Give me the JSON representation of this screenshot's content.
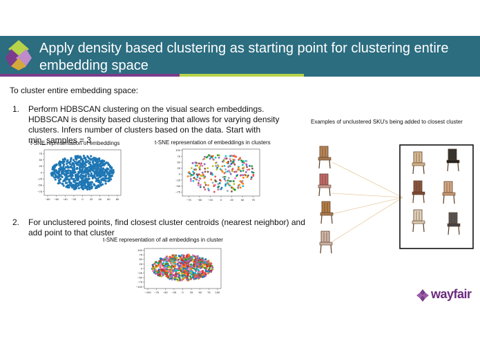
{
  "slide": {
    "title": "Apply density based clustering as starting point for clustering entire embedding space",
    "intro": "To cluster entire embedding space:",
    "items": [
      {
        "num": "1.",
        "text": "Perform HDBSCAN clustering on the visual search embeddings. HDBSCAN is density based clustering that allows for varying density clusters. Infers number of clusters based on the data. Start with min_samples = 3"
      },
      {
        "num": "2.",
        "text": "For unclustered points, find closest cluster centroids (nearest neighbor) and add point to that cluster"
      }
    ],
    "chairs_caption": "Examples of unclustered SKU's being added to closest cluster",
    "brand": "wayfair",
    "colors": {
      "header": "#2c6d80",
      "brand": "#6b2a7e",
      "stripe": [
        "#7b3c8c",
        "#b7d34a",
        "#2c6d80"
      ]
    }
  },
  "chart_data": [
    {
      "type": "scatter",
      "title": "t-SNE representation of embeddings",
      "xticks": [
        "−80",
        "−60",
        "−40",
        "−20",
        "0",
        "20",
        "40",
        "60",
        "80"
      ],
      "yticks": [
        "75",
        "50",
        "25",
        "0",
        "−25",
        "−50",
        "−75"
      ],
      "xlim": [
        -88,
        88
      ],
      "ylim": [
        -90,
        90
      ],
      "series_colors": [
        "#1f77b4"
      ]
    },
    {
      "type": "scatter",
      "title": "t-SNE representation of embeddings in clusters",
      "xticks": [
        "−75",
        "−50",
        "−25",
        "0",
        "25",
        "50",
        "75"
      ],
      "yticks": [
        "100",
        "75",
        "50",
        "25",
        "0",
        "−25",
        "−50",
        "−75"
      ],
      "xlim": [
        -90,
        90
      ],
      "ylim": [
        -92,
        105
      ],
      "series_colors": [
        "#9aa9b2",
        "#e45756",
        "#2ca02c",
        "#9467bd",
        "#ff7f0e",
        "#17becf",
        "#bcbd22",
        "#8c564b",
        "#e377c2",
        "#1f77b4"
      ]
    },
    {
      "type": "scatter",
      "title": "t-SNE representation of all embeddings in cluster",
      "xticks": [
        "−100",
        "−75",
        "−50",
        "−25",
        "0",
        "25",
        "50",
        "75",
        "100"
      ],
      "yticks": [
        "100",
        "75",
        "50",
        "25",
        "0",
        "−25",
        "−50",
        "−75",
        "−100"
      ],
      "xlim": [
        -110,
        110
      ],
      "ylim": [
        -110,
        110
      ],
      "series_colors": [
        "#e45756",
        "#2ca02c",
        "#9467bd",
        "#ff7f0e",
        "#17becf",
        "#bcbd22",
        "#8c564b",
        "#e377c2",
        "#1f77b4",
        "#d62728"
      ]
    }
  ]
}
